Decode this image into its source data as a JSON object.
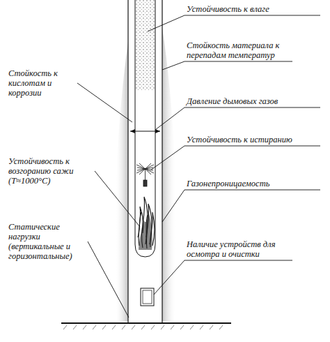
{
  "diagram": {
    "labels": [
      "Устойчивость к влаге",
      "Стойкость материала к перепадам температур",
      "Стойкость к кислотам и коррозии",
      "Давление дымовых газов",
      "Устойчивость к истиранию",
      "Устойчивость к возгоранию сажи (T≈1000°C)",
      "Газонепроницаемость",
      "Статические нагрузки (вертикальные и горизонтальные)",
      "Наличие устройств для осмотра и очистки"
    ]
  }
}
